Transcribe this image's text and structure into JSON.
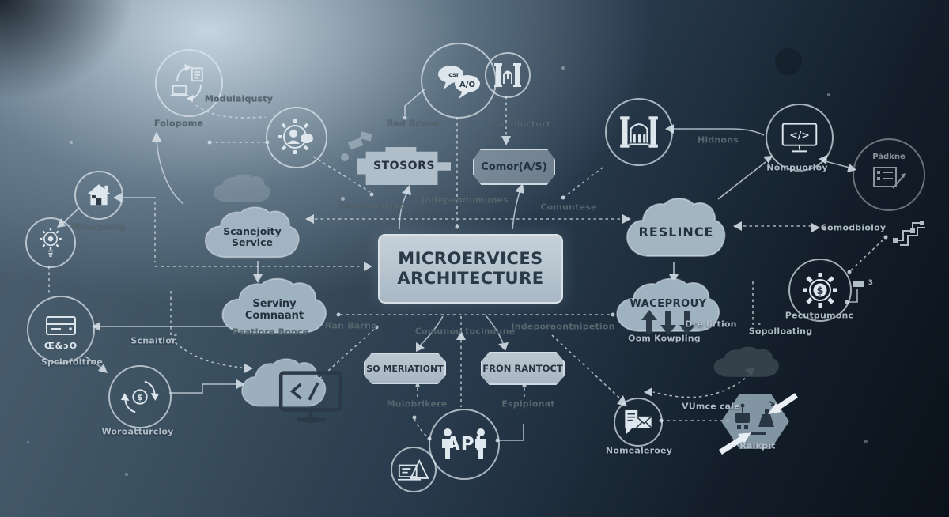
{
  "title": {
    "line1": "MICROERVICES",
    "line2": "ARCHITECTURE"
  },
  "nodes": {
    "stosors": "STOSORS",
    "comor": "Comor(A/S)",
    "so_meriationt": "SO MERIATIONT",
    "fron_rantoct": "FRON RANTOCT",
    "reslince": "RESLINCE",
    "waceprouy": "WACEPROUY",
    "scanejoity": {
      "line1": "Scanejoity",
      "line2": "Service"
    },
    "serviny": {
      "line1": "Serviny",
      "line2": "Comnaant"
    },
    "api": "API",
    "padkne": "Pádkne",
    "chat_left": "csr",
    "chat_right": "A/O",
    "server_glyphs": "Œ&ɔO",
    "monitor_code": "</>",
    "gear_dollar": "$",
    "recycle_dollar": "$",
    "perf_badge": "3"
  },
  "labels": {
    "modulalqusty": "Modulalqusty",
    "folopome": "Folopome",
    "rad_brune": "Rad Brune",
    "comnloctort": "Comnloctort",
    "reomonsoloa": "Reomonsoloa",
    "jndependumunes": "Jndependumunes",
    "comuntese": "Comuntese",
    "hidnons": "Hidnons",
    "nompuorloy": "Nompuorloy",
    "comodbioloy": "Comodbioloy",
    "pecutpumonc": "Pecutpumonc",
    "sopolloating": "Sopolloating",
    "dre_lirtion": "Dre lirtion",
    "oom_kowpling": "Oom Kowpling",
    "peatlore_bonce": "Peatlore Bonce",
    "ran_barng": "Ran Barng",
    "wourpeing": "Wourpeing",
    "scnaitlor": "Scnaitlor",
    "spcinfoltroe": "Spcinfoltroe",
    "woroatturcloy": "Woroatturcloy",
    "comunoe_tocimiune": "Comunoo tocimiune",
    "indeponaontnipetion": "Indeporaontnipetion",
    "mulobrikere": "Mulobrikere",
    "esplplonat": "Esplplonat",
    "nomealeroey": "Nomealeroey",
    "vumce_cale": "VUmce cale",
    "ralkpit": "Ralkpit"
  },
  "colors": {
    "node_fill": "#b3c1cc",
    "node_text": "#273440",
    "connector": "#cfdae3",
    "label_light": "#b9c6d1",
    "label_dark": "#56666f"
  }
}
